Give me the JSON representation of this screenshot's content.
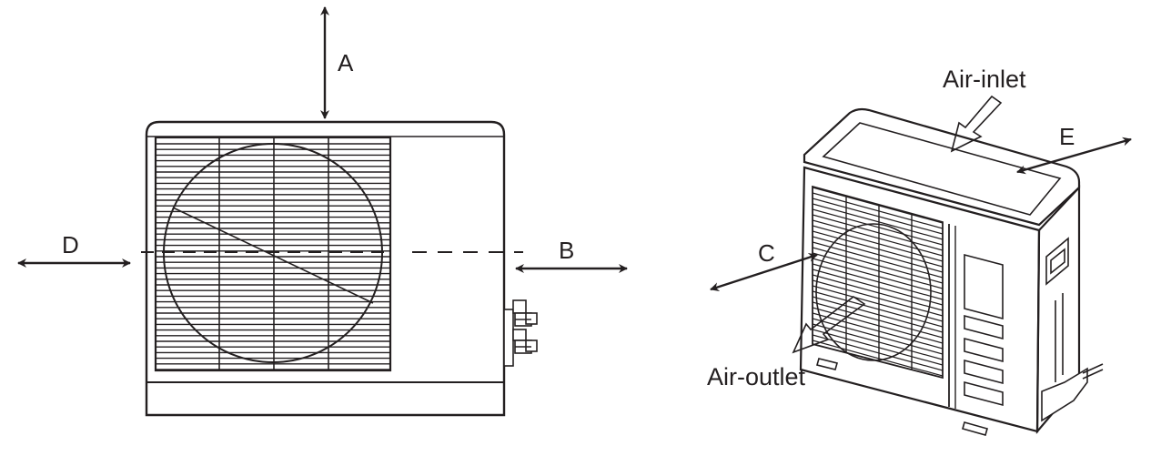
{
  "labels": {
    "a": "A",
    "b": "B",
    "c": "C",
    "d": "D",
    "e": "E",
    "air_inlet": "Air-inlet",
    "air_outlet": "Air-outlet"
  },
  "colors": {
    "line": "#231f20",
    "background": "#ffffff"
  }
}
